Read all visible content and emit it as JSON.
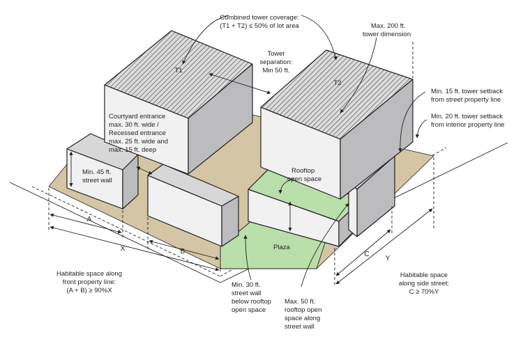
{
  "labels": {
    "coverage_l1": "Combined tower coverage:",
    "coverage_l2": "(T1 + T2) ≤ 50% of lot area",
    "max_dim_l1": "Max. 200 ft.",
    "max_dim_l2": "tower dimension",
    "separation_l1": "Tower",
    "separation_l2": "separation:",
    "separation_l3": "Min 50 ft.",
    "t1": "T1",
    "t2": "T2",
    "setback15_l1": "Min. 15 ft. tower setback",
    "setback15_l2": "from street property line",
    "setback20_l1": "Min. 20 ft. tower setback",
    "setback20_l2": "from interior property line",
    "courtyard_l1": "Courtyard entrance",
    "courtyard_l2": "max. 30 ft. wide /",
    "courtyard_l3": "Recessed entrance",
    "courtyard_l4": "max. 25 ft. wide and",
    "courtyard_l5": "max. 15 ft. deep",
    "streetwall_l1": "Min. 45 ft.",
    "streetwall_l2": "street wall",
    "rooftop_l1": "Rooftop",
    "rooftop_l2": "open space",
    "plaza": "Plaza",
    "dim_a": "A",
    "dim_b": "B",
    "dim_x": "X",
    "dim_c": "C",
    "dim_y": "Y",
    "front_l1": "Habitable space along",
    "front_l2": "front property line:",
    "front_l3": "(A + B) ≥ 90%X",
    "min30_l1": "Min. 30 ft.",
    "min30_l2": "street wall",
    "min30_l3": "below rooftop",
    "min30_l4": "open space",
    "max50_l1": "Max. 50 ft.",
    "max50_l2": "rooftop open",
    "max50_l3": "space along",
    "max50_l4": "street wall",
    "side_l1": "Habitable space",
    "side_l2": "along side street:",
    "side_l3": "C ≥ 70%Y"
  },
  "colors": {
    "lot": "#d4c6a4",
    "open_space": "#b9dfaa",
    "wall_light": "#f1f1f2",
    "wall_mid": "#d7d7d8",
    "wall_dark": "#bcbcbe",
    "roof": "#dcdcdd",
    "ink": "#231f20"
  }
}
